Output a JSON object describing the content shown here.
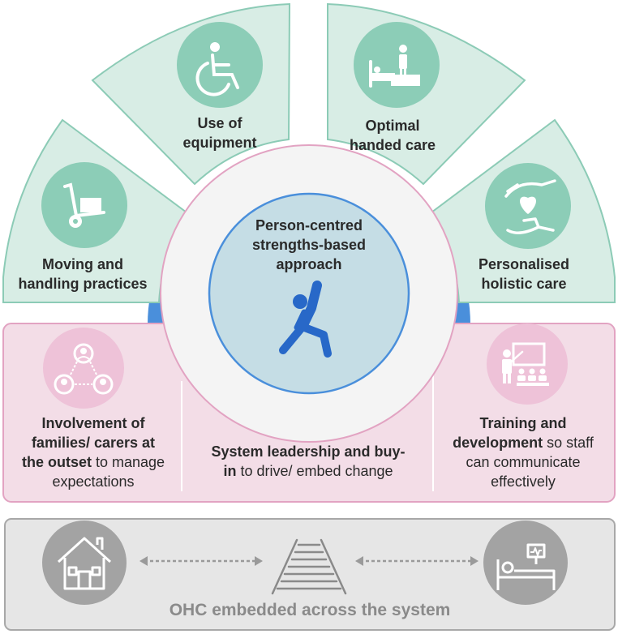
{
  "colors": {
    "teal_fill": "#d8ede5",
    "teal_border": "#8ccbb6",
    "teal_icon_bg": "#8ccdb7",
    "pink_fill": "#f3dde7",
    "pink_border": "#e2a3c2",
    "pink_icon_bg": "#eec2d8",
    "blue_ring": "#4a8fdb",
    "center_fill": "#c5dde5",
    "center_border": "#4a8fdb",
    "figure_blue": "#2868c8",
    "grey_panel": "#e6e6e6",
    "grey_icon": "#a3a3a3",
    "footer_text": "#8a8a8a"
  },
  "petals": {
    "moving": {
      "line1": "Moving and",
      "line2": "handling practices",
      "icon": "trolley-icon"
    },
    "equipment": {
      "line1": "Use of",
      "line2": "equipment",
      "icon": "wheelchair-icon"
    },
    "optimal": {
      "line1": "Optimal",
      "line2": "handed care",
      "icon": "bed-icon"
    },
    "personalised": {
      "line1": "Personalised",
      "line2": "holistic care",
      "icon": "caring-hands-icon"
    }
  },
  "center": {
    "line1": "Person-centred",
    "line2": "strengths-based",
    "line3": "approach",
    "icon": "stretching-person-icon"
  },
  "enablers": {
    "involvement": {
      "bold1": "Involvement of",
      "bold2": "families/ carers at",
      "bold3": "the outset",
      "rest3": " to manage",
      "line4": "expectations",
      "icon": "people-network-icon"
    },
    "leadership": {
      "bold1": "System leadership and buy-",
      "bold2": "in",
      "rest2": " to drive/ embed change"
    },
    "training": {
      "bold1": "Training and",
      "bold2": "development",
      "rest2": " so staff",
      "line3": "can communicate",
      "line4": "effectively",
      "icon": "teaching-icon"
    }
  },
  "footer": {
    "label": "OHC embedded across the system",
    "icons": [
      "house-icon",
      "railway-track-icon",
      "hospital-bed-icon"
    ]
  }
}
